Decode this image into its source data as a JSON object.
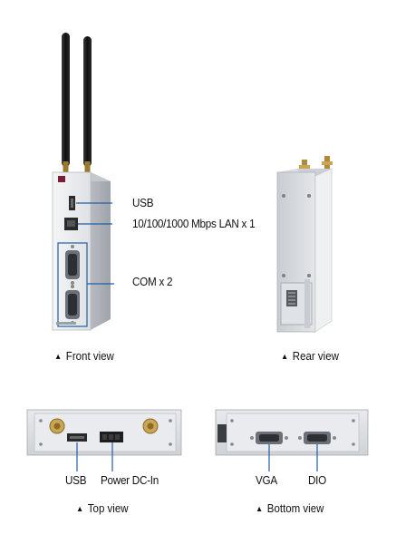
{
  "front": {
    "labels": {
      "usb": "USB",
      "lan": "10/100/1000 Mbps LAN x 1",
      "com": "COM x 2"
    },
    "caption": "Front view"
  },
  "rear": {
    "caption": "Rear view"
  },
  "top": {
    "labels": {
      "usb": "USB",
      "power": "Power DC-In"
    },
    "caption": "Top view"
  },
  "bottom": {
    "labels": {
      "vga": "VGA",
      "dio": "DIO"
    },
    "caption": "Bottom view"
  },
  "caption_marker": "▲",
  "colors": {
    "callout": "#1f5fa8",
    "chassis": "#d6d8dc",
    "chassis_light": "#eceef1",
    "chassis_dark": "#a9adb3",
    "antenna": "#1c1c1c",
    "gold": "#b08a3a"
  }
}
